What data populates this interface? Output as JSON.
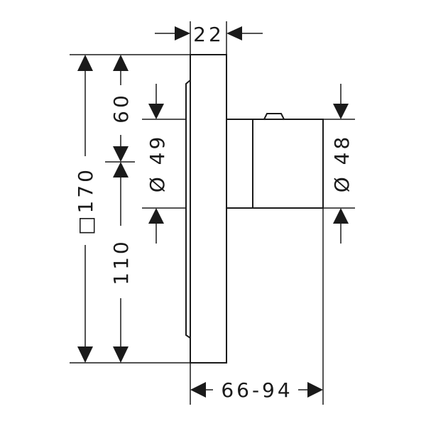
{
  "dimensions": {
    "top_width": "22",
    "total_height": "□170",
    "upper_height": "60",
    "lower_height": "110",
    "left_diameter": "Ø 49",
    "right_diameter": "Ø 48",
    "depth_range": "66-94"
  }
}
